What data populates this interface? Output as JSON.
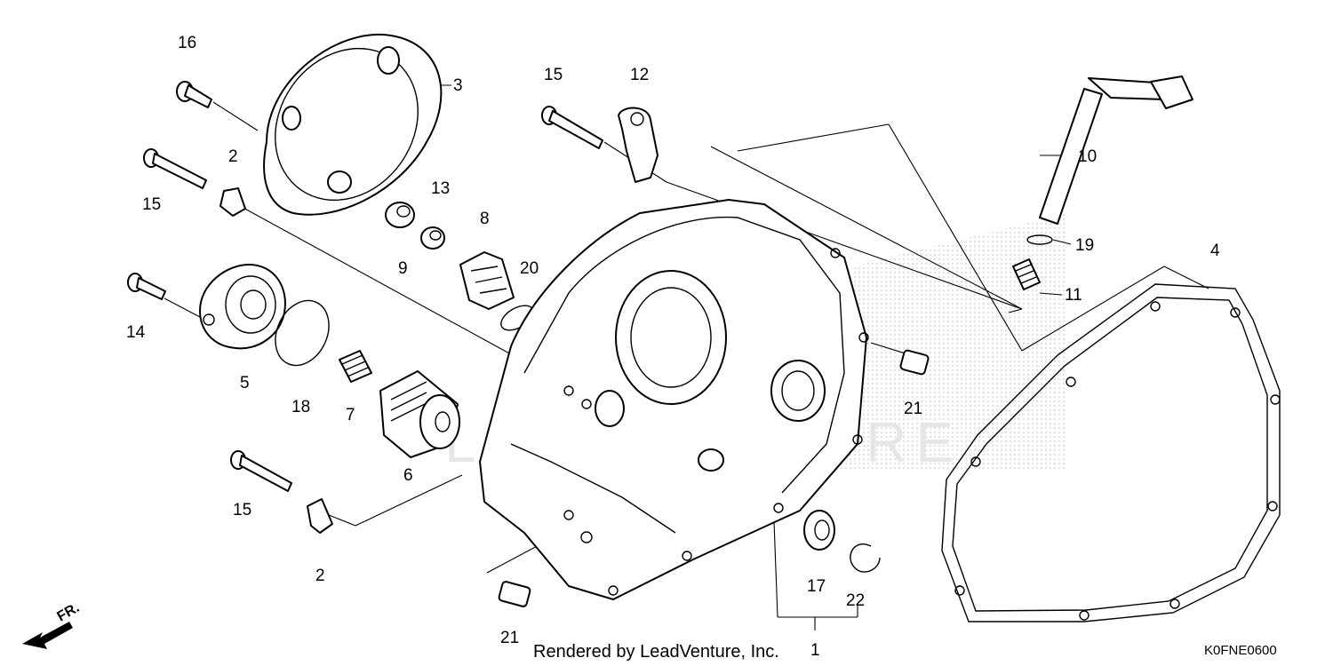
{
  "diagram": {
    "callouts": [
      {
        "id": "c16",
        "text": "16"
      },
      {
        "id": "c3",
        "text": "3"
      },
      {
        "id": "c15a",
        "text": "15"
      },
      {
        "id": "c12",
        "text": "12"
      },
      {
        "id": "c10",
        "text": "10"
      },
      {
        "id": "c2a",
        "text": "2"
      },
      {
        "id": "c15b",
        "text": "15"
      },
      {
        "id": "c13",
        "text": "13"
      },
      {
        "id": "c8",
        "text": "8"
      },
      {
        "id": "c20",
        "text": "20"
      },
      {
        "id": "c9",
        "text": "9"
      },
      {
        "id": "c19",
        "text": "19"
      },
      {
        "id": "c4",
        "text": "4"
      },
      {
        "id": "c11",
        "text": "11"
      },
      {
        "id": "c14",
        "text": "14"
      },
      {
        "id": "c5",
        "text": "5"
      },
      {
        "id": "c18",
        "text": "18"
      },
      {
        "id": "c7",
        "text": "7"
      },
      {
        "id": "c21a",
        "text": "21"
      },
      {
        "id": "c6",
        "text": "6"
      },
      {
        "id": "c15c",
        "text": "15"
      },
      {
        "id": "c2b",
        "text": "2"
      },
      {
        "id": "c17",
        "text": "17"
      },
      {
        "id": "c22",
        "text": "22"
      },
      {
        "id": "c21b",
        "text": "21"
      },
      {
        "id": "c1",
        "text": "1"
      }
    ],
    "footer": "Rendered by LeadVenture, Inc.",
    "code": "K0FNE0600",
    "direction_label": "FR.",
    "watermark": "LEADVENTURE"
  }
}
